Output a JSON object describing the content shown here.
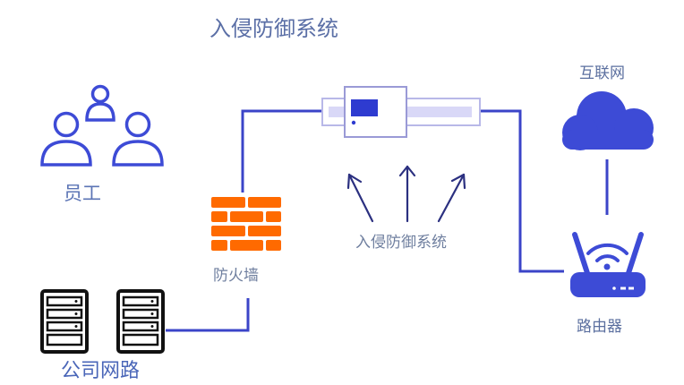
{
  "title": "入侵防御系统",
  "labels": {
    "employees": "员工",
    "company_network": "公司网路",
    "firewall": "防火墙",
    "ids": "入侵防御系统",
    "internet": "互联网",
    "router": "路由器"
  },
  "colors": {
    "link": "#3b44c8",
    "icon_blue": "#3d4bd6",
    "firewall_orange": "#ff6a00",
    "server_black": "#111111",
    "device_fill": "#d9d8f7",
    "device_border": "#9a9ad6"
  },
  "icons": {
    "employees": "people-group-icon",
    "servers": "server-rack-icon",
    "firewall": "brick-wall-icon",
    "ids_device": "rack-device-icon",
    "internet": "cloud-icon",
    "router": "wifi-router-icon"
  }
}
